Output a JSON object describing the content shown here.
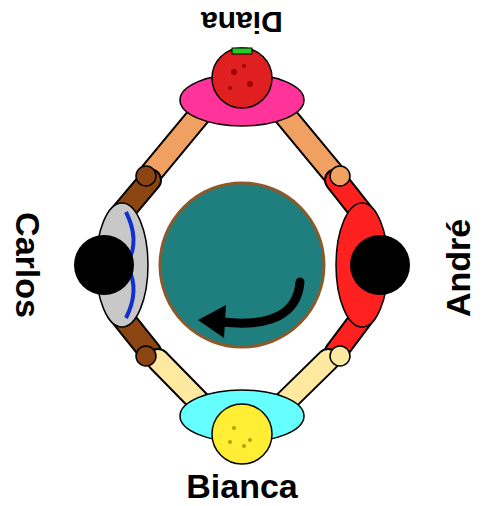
{
  "diagram": {
    "labels": [
      "Diana",
      "André",
      "Bianca",
      "Carlos"
    ]
  }
}
